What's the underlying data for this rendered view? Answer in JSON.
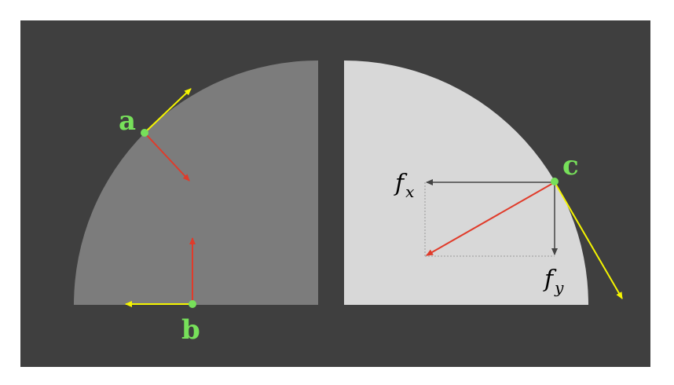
{
  "colors": {
    "background_outer": "#ffffff",
    "panel": "#3f3f3f",
    "left_quarter": "#7c7c7c",
    "right_quarter": "#d8d8d8",
    "point": "#77e05a",
    "label_point": "#77e05a",
    "tangent_arrow": "#f5f500",
    "normal_arrow": "#e03b2a",
    "component_arrow": "#444444",
    "guide_line": "#9a9a9a",
    "label_force": "#000000"
  },
  "labels": {
    "point_a": "a",
    "point_b": "b",
    "point_c": "c",
    "force_x_main": "f",
    "force_x_sub": "x",
    "force_y_main": "f",
    "force_y_sub": "y"
  }
}
